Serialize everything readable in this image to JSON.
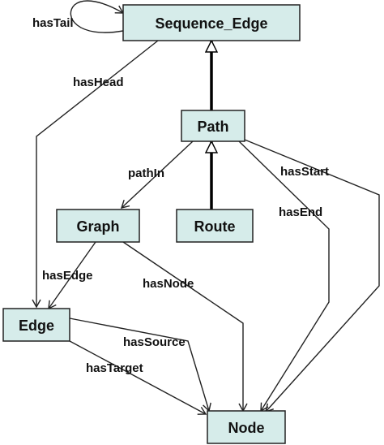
{
  "nodes": {
    "sequence_edge": "Sequence_Edge",
    "path": "Path",
    "graph": "Graph",
    "route": "Route",
    "edge": "Edge",
    "node": "Node"
  },
  "relations": {
    "has_tail": "hasTail",
    "has_head": "hasHead",
    "path_in": "pathIn",
    "has_start": "hasStart",
    "has_end": "hasEnd",
    "has_edge": "hasEdge",
    "has_node": "hasNode",
    "has_source": "hasSource",
    "has_target": "hasTarget"
  },
  "colors": {
    "node_fill": "#d6ecea",
    "stroke": "#222222"
  }
}
